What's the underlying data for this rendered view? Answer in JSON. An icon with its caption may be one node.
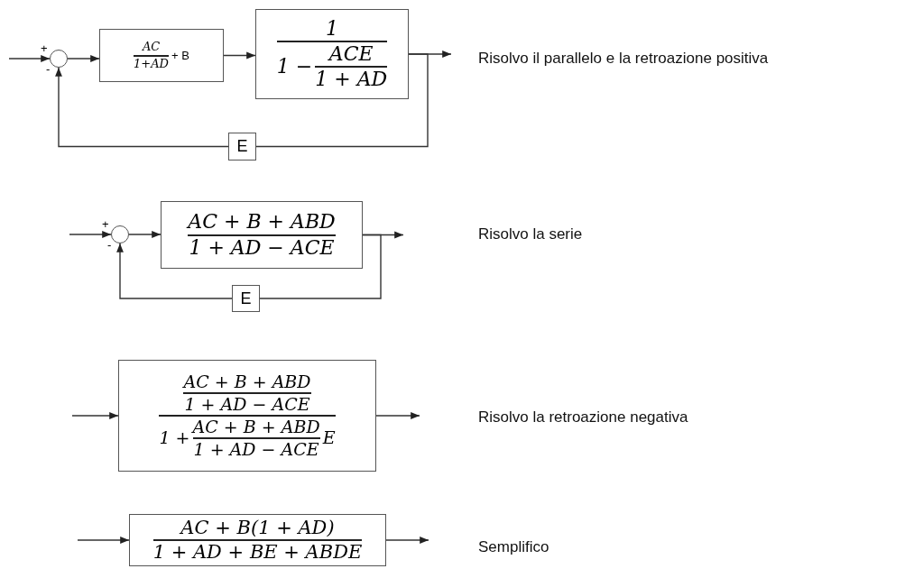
{
  "diagram": {
    "nodes": [
      {
        "text": [],
        "shape": "circle",
        "beside": [
          "+",
          "-"
        ]
      },
      {
        "text": [
          "AC",
          "1+AD",
          "+ B"
        ]
      },
      {
        "text": [
          "1",
          "1 −",
          "ACE",
          "1 + AD"
        ]
      },
      {
        "text": [
          "E"
        ]
      },
      {
        "text": [],
        "shape": "circle",
        "beside": [
          "+",
          "-"
        ]
      },
      {
        "text": [
          "AC + B + ABD",
          "1 + AD − ACE"
        ]
      },
      {
        "text": [
          "E"
        ]
      },
      {
        "text": [
          "AC + B + ABD",
          "1 + AD − ACE",
          "1 +",
          "AC + B + ABD",
          "1 + AD − ACE",
          "E"
        ]
      },
      {
        "text": [
          "AC + B(1 + AD)",
          "1 + AD + BE + ABDE"
        ]
      }
    ],
    "edges": [
      {
        "from": null,
        "to": 0,
        "arrow": "to"
      },
      {
        "from": 0,
        "to": 1,
        "arrow": "to"
      },
      {
        "from": 1,
        "to": 2,
        "arrow": "to"
      },
      {
        "from": 2,
        "to": null,
        "arrow": "to"
      },
      {
        "from": 2,
        "to": 3,
        "arrow": "none"
      },
      {
        "from": 3,
        "to": 0,
        "arrow": "to"
      },
      {
        "from": null,
        "to": 4,
        "arrow": "to"
      },
      {
        "from": 4,
        "to": 5,
        "arrow": "to"
      },
      {
        "from": 5,
        "to": null,
        "arrow": "to"
      },
      {
        "from": 5,
        "to": 6,
        "arrow": "none"
      },
      {
        "from": 6,
        "to": 4,
        "arrow": "to"
      },
      {
        "from": null,
        "to": 7,
        "arrow": "to"
      },
      {
        "from": 7,
        "to": null,
        "arrow": "to"
      },
      {
        "from": null,
        "to": 8,
        "arrow": "to"
      },
      {
        "from": 8,
        "to": null,
        "arrow": "to"
      }
    ],
    "labels": [
      "Risolvo il parallelo e la retroazione positiva",
      "Risolvo la serie",
      "Risolvo la retroazione negativa",
      "Semplifico"
    ]
  }
}
